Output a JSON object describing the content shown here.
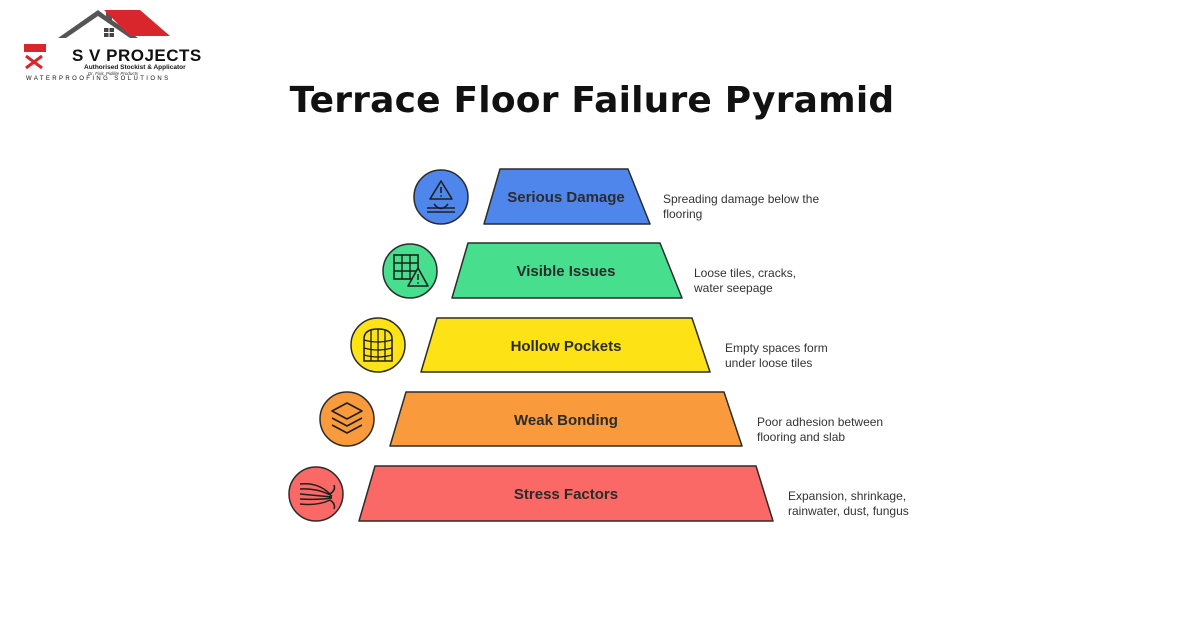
{
  "logo": {
    "name": "S V PROJECTS",
    "sub": "Authorised Stockist & Applicator",
    "sub2": "Dr. Fixit, Pidilite Products",
    "tagline": "WATERPROOFING SOLUTIONS"
  },
  "title": "Terrace Floor Failure Pyramid",
  "levels": [
    {
      "label": "Serious Damage",
      "desc": "Spreading damage below the flooring",
      "color": "#4f86ec",
      "icon": "warning-damage-icon"
    },
    {
      "label": "Visible Issues",
      "desc": "Loose tiles, cracks, water seepage",
      "color": "#47de8e",
      "icon": "cracked-tiles-warning-icon"
    },
    {
      "label": "Hollow Pockets",
      "desc": "Empty spaces form under loose tiles",
      "color": "#fde315",
      "icon": "hollow-tiles-icon"
    },
    {
      "label": "Weak Bonding",
      "desc": "Poor adhesion between flooring and slab",
      "color": "#f99a3d",
      "icon": "layers-icon"
    },
    {
      "label": "Stress Factors",
      "desc": "Expansion, shrinkage, rainwater, dust, fungus",
      "color": "#fb6966",
      "icon": "wind-stress-icon"
    }
  ]
}
